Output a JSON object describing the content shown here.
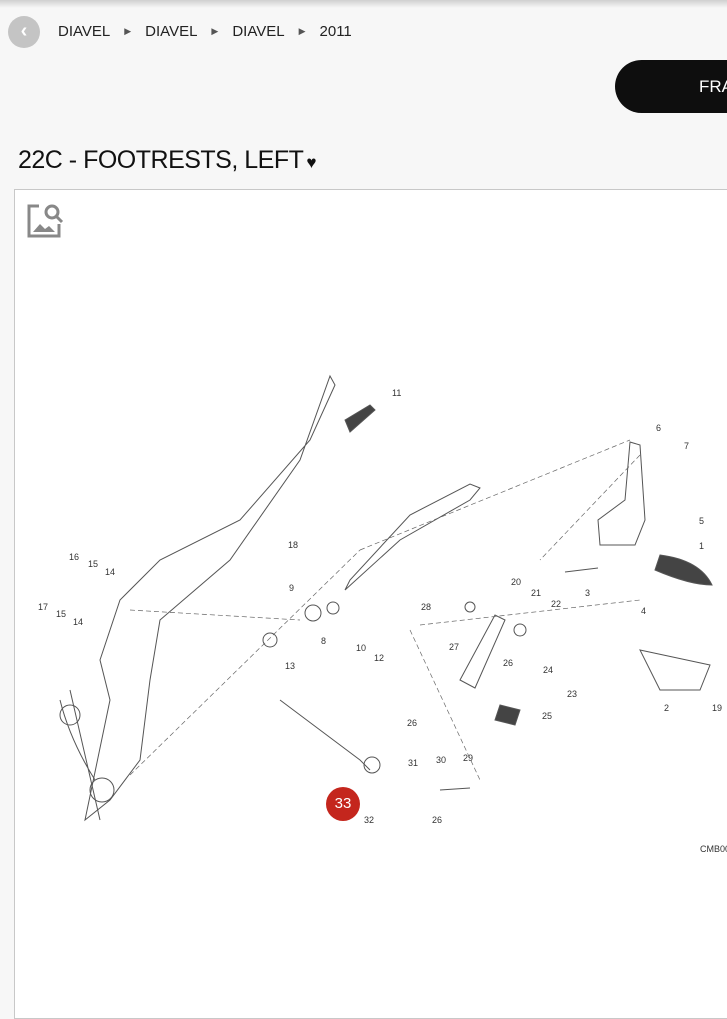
{
  "breadcrumb": [
    "DIAVEL",
    "DIAVEL",
    "DIAVEL",
    "2011"
  ],
  "nav": {
    "back_icon": "chevron-left-icon",
    "frame_button": "FRA"
  },
  "page_title": "22C - FOOTRESTS, LEFT",
  "favorite_icon": "heart-icon",
  "diagram": {
    "zoom_icon": "image-search-icon",
    "highlighted": "33",
    "code": "CMB00",
    "callouts": [
      "11",
      "6",
      "7",
      "18",
      "5",
      "1",
      "16",
      "15",
      "14",
      "17",
      "15",
      "14",
      "9",
      "20",
      "21",
      "22",
      "3",
      "28",
      "8",
      "10",
      "12",
      "13",
      "4",
      "27",
      "26",
      "24",
      "23",
      "25",
      "2",
      "19",
      "26",
      "31",
      "30",
      "29",
      "32",
      "26"
    ]
  },
  "colors": {
    "badge": "#c4261d",
    "button": "#0e0e0e"
  }
}
